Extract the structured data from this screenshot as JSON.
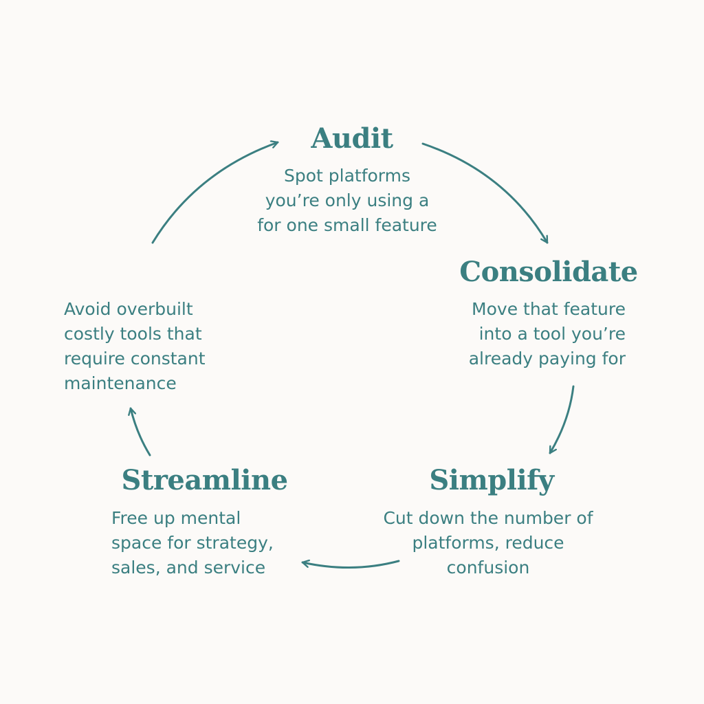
{
  "stages": {
    "audit": {
      "title": "Audit",
      "lines": [
        "Spot platforms",
        "you’re only using a",
        "for one small feature"
      ]
    },
    "consolidate": {
      "title": "Consolidate",
      "lines": [
        "Move that feature",
        "into a tool you’re",
        "already paying for"
      ]
    },
    "simplify": {
      "title": "Simplify",
      "lines": [
        "Cut down the number of",
        "platforms, reduce",
        "confusion"
      ]
    },
    "streamline": {
      "title": "Streamline",
      "lines": [
        "Free up mental",
        "space for strategy,",
        "sales, and service"
      ]
    },
    "avoid": {
      "lines": [
        "Avoid overbuilt",
        "costly tools that",
        "require constant",
        "maintenance"
      ]
    }
  },
  "colors": {
    "accent": "#3b7f81",
    "background": "#fcfaf8"
  }
}
